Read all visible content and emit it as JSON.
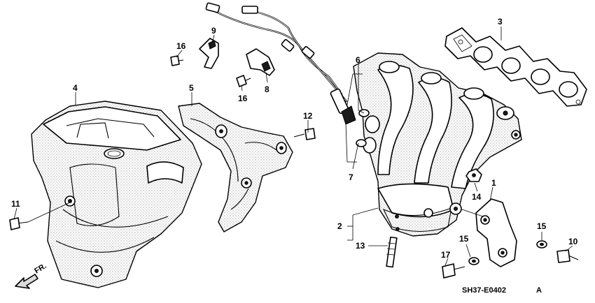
{
  "diagram": {
    "callouts": {
      "c1": "1",
      "c2": "2",
      "c3": "3",
      "c4": "4",
      "c5": "5",
      "c6": "6",
      "c7": "7",
      "c8": "8",
      "c9": "9",
      "c10": "10",
      "c11": "11",
      "c12": "12",
      "c13": "13",
      "c14": "14",
      "c15a": "15",
      "c15b": "15",
      "c16a": "16",
      "c16b": "16",
      "c17": "17"
    },
    "direction_label": "FR.",
    "figure_code": "SH37-E0402",
    "figure_suffix": "A"
  }
}
